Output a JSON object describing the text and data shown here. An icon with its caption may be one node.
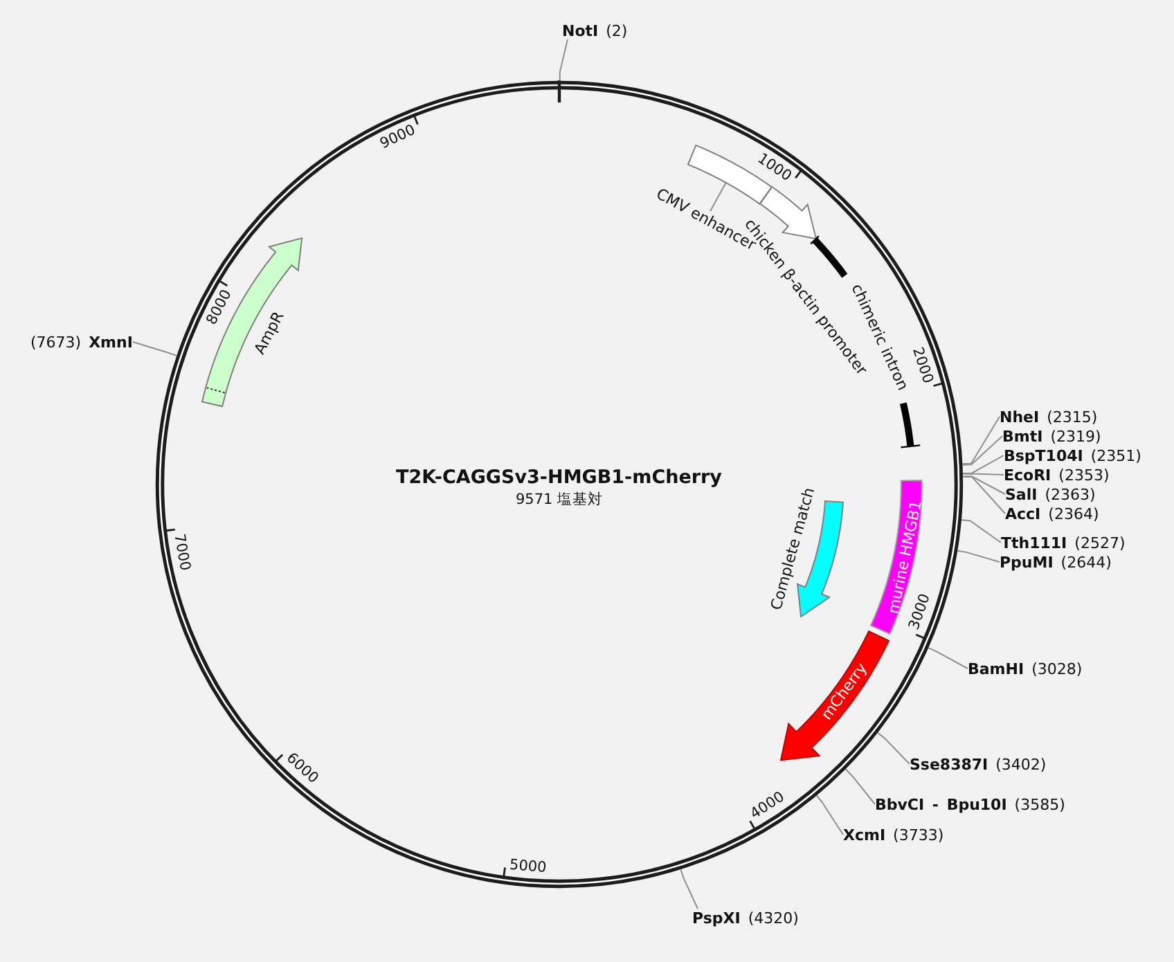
{
  "diagram": {
    "title": "T2K-CAGGSv3-HMGB1-mCherry",
    "nodes": [
      {
        "text": [
          "**NotI** (2)"
        ]
      },
      {
        "text": [
          "CMV enhancer"
        ]
      },
      {
        "text": [],
        "shape": "bar"
      },
      {
        "text": [],
        "shape": "arrow",
        "beside": [
          "chicken β-actin promoter"
        ]
      },
      {
        "text": [
          "chimeric intron"
        ]
      },
      {
        "text": [],
        "shape": "arrow",
        "beside": [
          "AmpR"
        ]
      },
      {
        "text": [
          "(7673) **XmnI**"
        ]
      },
      {
        "text": [
          "**NheI** (2315)"
        ]
      },
      {
        "text": [
          "**BmtI** (2319)"
        ]
      },
      {
        "text": [
          "**BspT104I** (2351)"
        ]
      },
      {
        "text": [
          "**EcoRI** (2353)"
        ]
      },
      {
        "text": [
          "**SalI** (2363)"
        ]
      },
      {
        "text": [
          "**AccI** (2364)"
        ]
      },
      {
        "text": [
          "murine HMGB1"
        ]
      },
      {
        "text": [],
        "shape": "arrow",
        "beside": [
          "Complete match"
        ]
      },
      {
        "text": [
          "**Tth111I** (2527)"
        ]
      },
      {
        "text": [
          "**PpuMI** (2644)"
        ]
      },
      {
        "text": [
          "**BamHI** (3028)"
        ]
      },
      {
        "text": [
          "mCherry"
        ]
      },
      {
        "text": [
          "**Sse8387I** (3402)"
        ]
      },
      {
        "text": [
          "**BbvCI - Bpu10I** (3585)"
        ]
      },
      {
        "text": [
          "**XcmI** (3733)"
        ]
      },
      {
        "text": [
          "**PspXI** (4320)"
        ]
      }
    ],
    "edges": [
      {
        "from": 0,
        "to": null,
        "arrow": "none"
      },
      {
        "from": 1,
        "to": 2,
        "arrow": "none"
      },
      {
        "from": 6,
        "to": null,
        "arrow": "none"
      },
      {
        "from": 7,
        "to": null,
        "arrow": "none"
      },
      {
        "from": 8,
        "to": null,
        "arrow": "none"
      },
      {
        "from": 9,
        "to": null,
        "arrow": "none"
      },
      {
        "from": 10,
        "to": null,
        "arrow": "none"
      },
      {
        "from": 11,
        "to": null,
        "arrow": "none"
      },
      {
        "from": 12,
        "to": null,
        "arrow": "none"
      },
      {
        "from": 15,
        "to": null,
        "arrow": "none"
      },
      {
        "from": 16,
        "to": null,
        "arrow": "none"
      },
      {
        "from": 17,
        "to": null,
        "arrow": "none"
      },
      {
        "from": 19,
        "to": null,
        "arrow": "none"
      },
      {
        "from": 20,
        "to": null,
        "arrow": "none"
      },
      {
        "from": 21,
        "to": null,
        "arrow": "none"
      },
      {
        "from": 22,
        "to": null,
        "arrow": "none"
      }
    ],
    "labels": [
      "9000",
      "1000",
      "8000",
      "2000",
      "9571 塩基対",
      "7000",
      "3000",
      "6000",
      "4000",
      "5000"
    ]
  }
}
